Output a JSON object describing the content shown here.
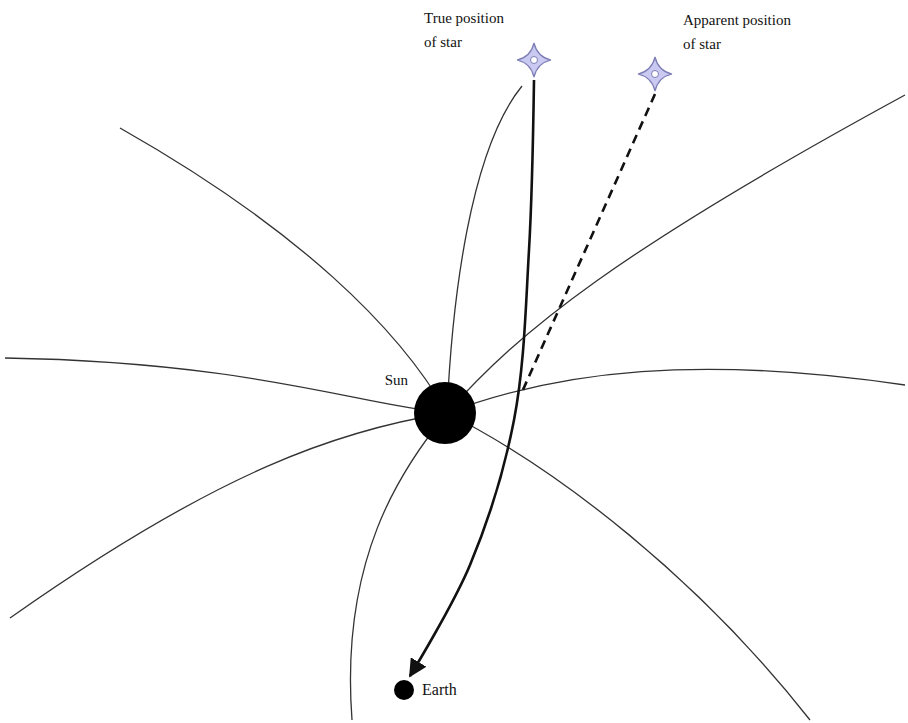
{
  "diagram": {
    "nodes": [
      {
        "text": [
          "True position of star"
        ]
      },
      {
        "text": [
          "Apparent position of star"
        ]
      },
      {
        "text": [
          "Sun"
        ]
      },
      {
        "text": [
          "Earth"
        ]
      }
    ],
    "edges": [
      {
        "from": 0,
        "to": 3,
        "arrow": "to"
      }
    ]
  }
}
